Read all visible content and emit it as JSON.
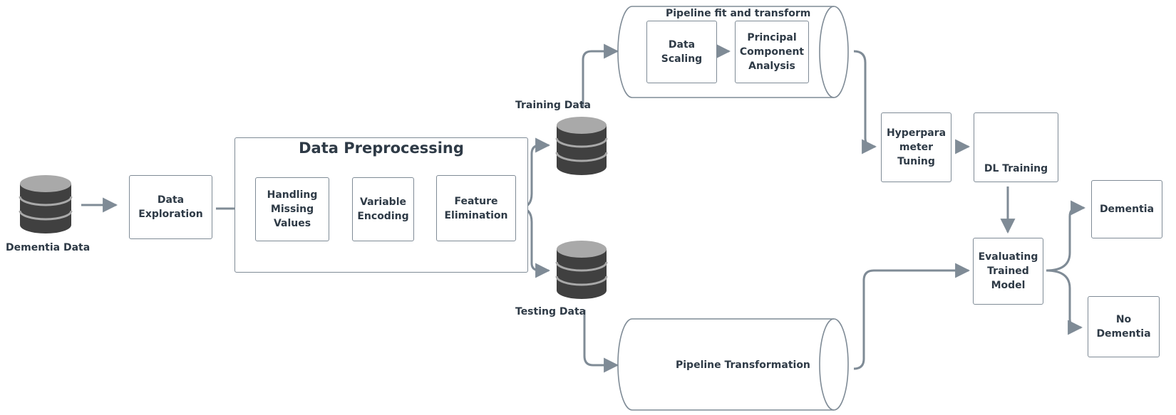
{
  "nodes": {
    "dementia_data": "Dementia Data",
    "data_exploration": "Data\nExploration",
    "preprocessing_title": "Data Preprocessing",
    "handling_missing": "Handling\nMissing\nValues",
    "variable_encoding": "Variable\nEncoding",
    "feature_elimination": "Feature\nElimination",
    "training_data": "Training Data",
    "testing_data": "Testing Data",
    "pipeline_fit_title": "Pipeline fit and transform",
    "data_scaling": "Data\nScaling",
    "pca": "Principal\nComponent\nAnalysis",
    "pipeline_transformation": "Pipeline Transformation",
    "hyperparameter_tuning": "Hyperpara\nmeter\nTuning",
    "dl_training": "DL Training",
    "evaluating_model": "Evaluating\nTrained\nModel",
    "dementia": "Dementia",
    "no_dementia": "No\nDementia"
  },
  "colors": {
    "line": "#7f8b96",
    "text": "#2e3a46",
    "db_dark": "#404040",
    "db_light": "#a9a9a9",
    "network": "#3ea6e6"
  },
  "icons": {
    "database": "database-icon",
    "network": "neural-network-icon"
  }
}
